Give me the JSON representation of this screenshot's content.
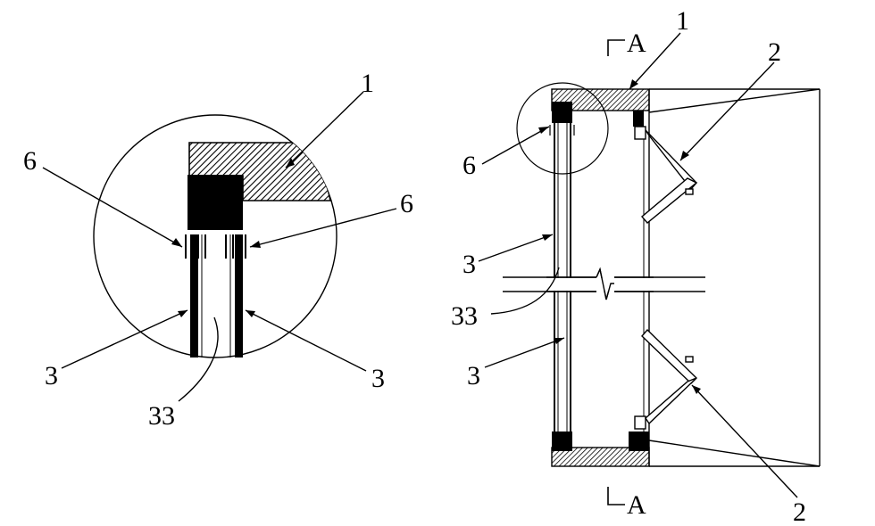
{
  "detail_view": {
    "labels": {
      "top_right": "1",
      "left_clip": "6",
      "right_clip": "6",
      "left_plate": "3",
      "right_plate": "3",
      "cavity": "33"
    }
  },
  "section_view": {
    "labels": {
      "frame": "1",
      "bracket_top": "2",
      "bracket_bottom": "2",
      "detail_ref": "6",
      "plate_upper": "3",
      "cavity": "33",
      "plate_lower": "3",
      "section_top": "A",
      "section_bottom": "A"
    }
  },
  "colors": {
    "ink": "#000000",
    "paper": "#ffffff"
  }
}
